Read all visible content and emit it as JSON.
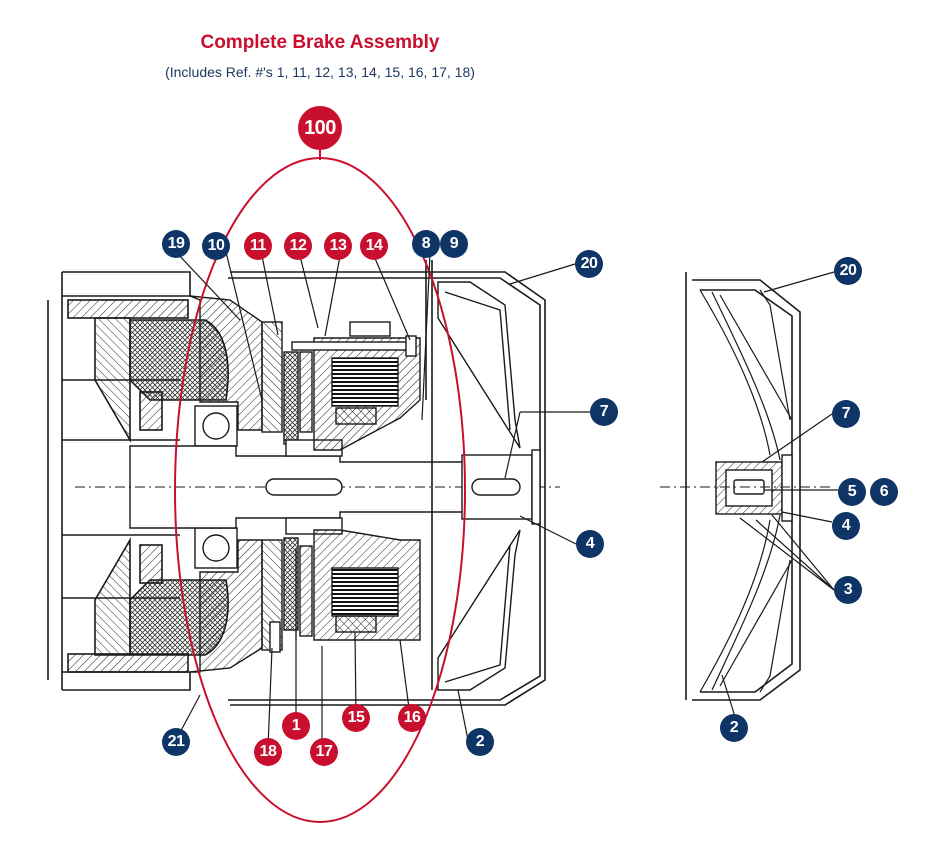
{
  "header": {
    "title": "Complete Brake Assembly",
    "subtitle": "(Includes Ref. #'s 1, 11, 12, 13, 14, 15, 16, 17, 18)"
  },
  "colors": {
    "assembly_red": "#c8102e",
    "callout_blue": "#0f3466",
    "line": "#1a1a1a"
  },
  "callouts": {
    "c100": "100",
    "c19": "19",
    "c10": "10",
    "c11": "11",
    "c12": "12",
    "c13": "13",
    "c14": "14",
    "c8": "8",
    "c9": "9",
    "c20a": "20",
    "c20b": "20",
    "c7a": "7",
    "c7b": "7",
    "c4a": "4",
    "c4b": "4",
    "c5": "5",
    "c6": "6",
    "c3": "3",
    "c2a": "2",
    "c2b": "2",
    "c21": "21",
    "c18": "18",
    "c1": "1",
    "c17": "17",
    "c15": "15",
    "c16": "16"
  }
}
